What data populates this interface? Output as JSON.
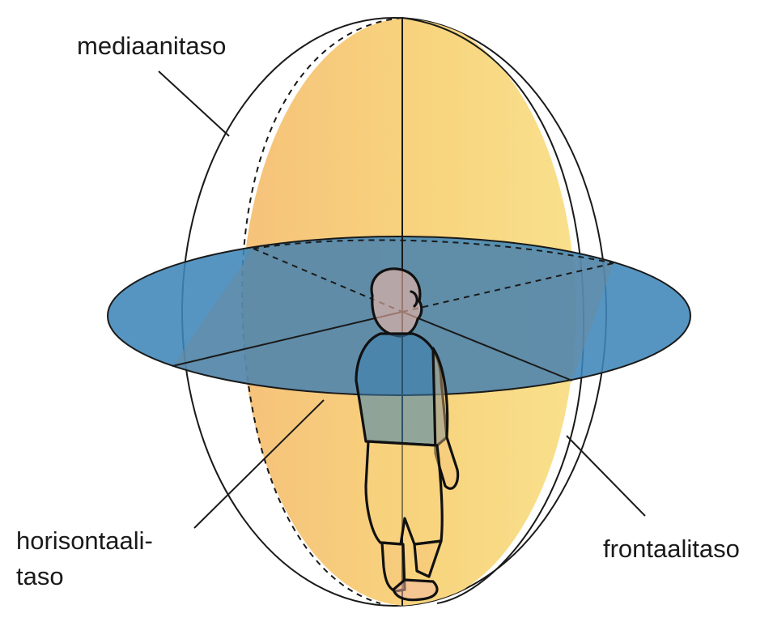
{
  "labels": {
    "median_plane": "mediaanitaso",
    "horizontal_plane_line1": "horisontaali-",
    "horizontal_plane_line2": "taso",
    "frontal_plane": "frontaalitaso"
  },
  "colors": {
    "median_plane_fill": "#f2b7a6",
    "frontal_plane_fill": "#f7cf7a",
    "frontal_plane_fill_light": "#f9e08a",
    "horizontal_plane_fill": "#3f86b8",
    "outline": "#1a1a1a",
    "background": "#ffffff"
  },
  "icons": {
    "figure": "standing-person-figure"
  }
}
